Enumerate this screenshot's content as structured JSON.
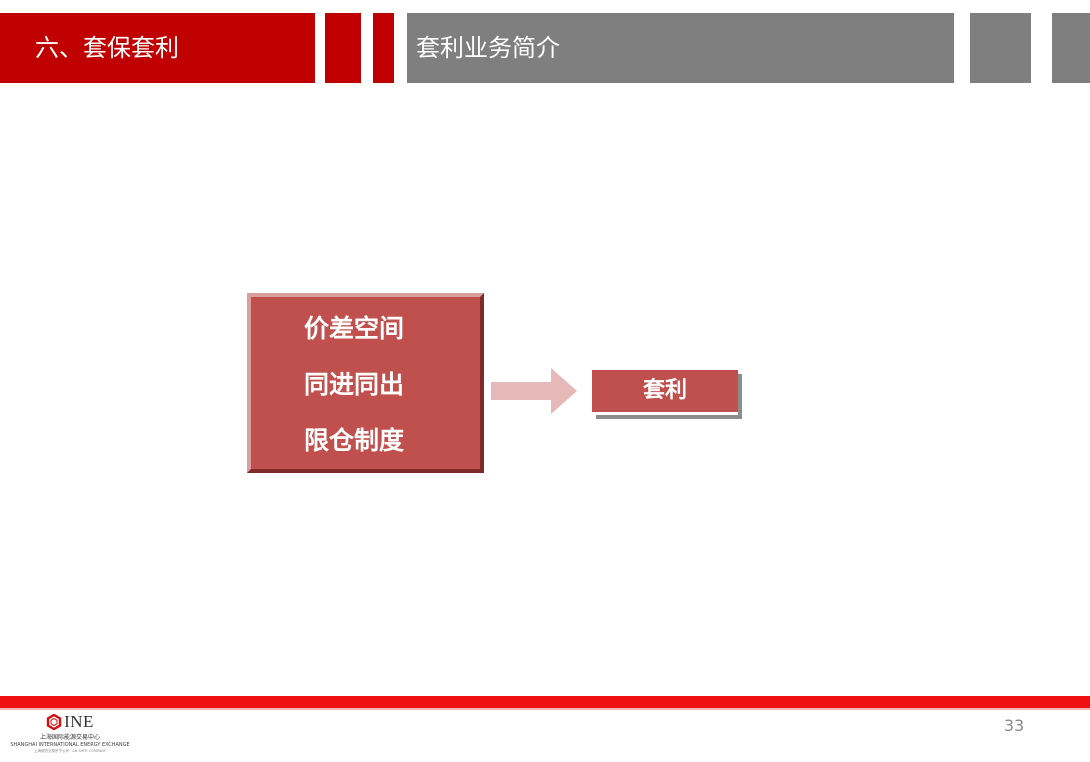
{
  "header": {
    "section_title": "六、套保套利",
    "topic_title": "套利业务简介"
  },
  "content": {
    "conditions": [
      "价差空间",
      "同进同出",
      "限仓制度"
    ],
    "result_label": "套利"
  },
  "footer": {
    "logo_text": "INE",
    "logo_cn": "上海国际能源交易中心",
    "logo_en": "SHANGHAI INTERNATIONAL ENERGY EXCHANGE",
    "logo_sub": "上海期货交易所子公司 · AN SHFE COMPANY",
    "page_number": "33"
  },
  "colors": {
    "header_red": "#c00000",
    "header_gray": "#7f7f7f",
    "box_fill": "#c0504d",
    "arrow_fill": "#e6b9b8",
    "footer_red": "#ee1111"
  }
}
